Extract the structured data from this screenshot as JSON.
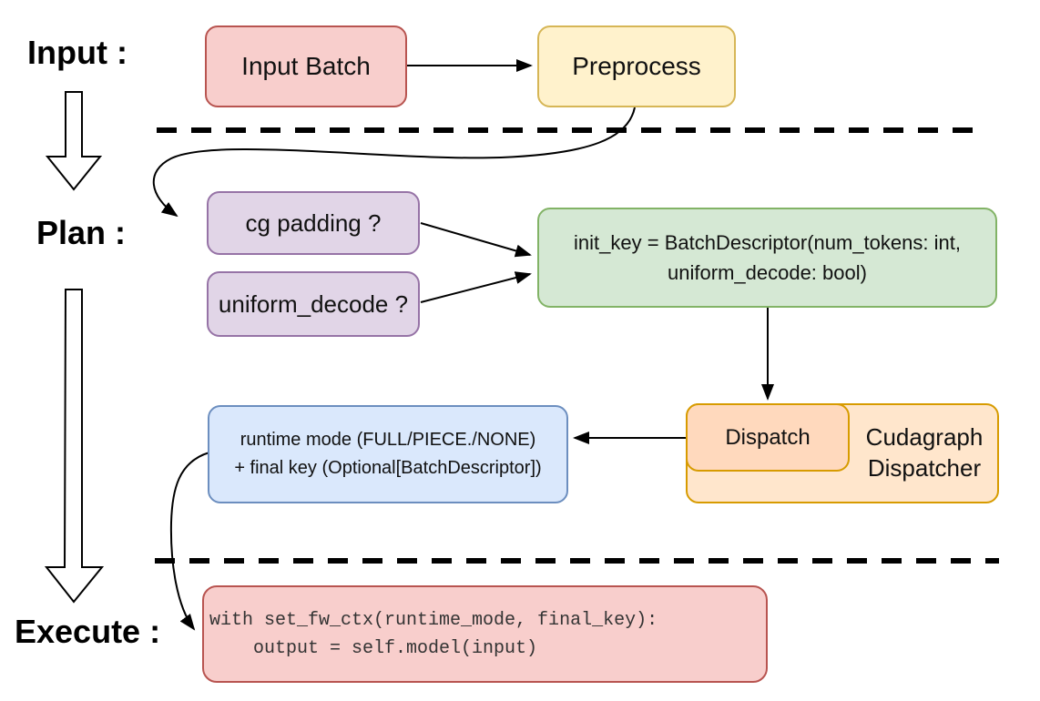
{
  "palette": {
    "bg": "#ffffff",
    "line": "#000000",
    "text": "#111111",
    "code_text": "#333333",
    "red_fill": "#f8cecc",
    "red_stroke": "#b85450",
    "yellow_fill": "#fff2cc",
    "yellow_stroke": "#d6b656",
    "purple_fill": "#e1d5e7",
    "purple_stroke": "#9673a6",
    "green_fill": "#d5e8d4",
    "green_stroke": "#82b366",
    "blue_fill": "#dae8fc",
    "blue_stroke": "#6c8ebf",
    "orange_fill": "#ffe6cc",
    "orange_stroke": "#d79b00",
    "peach_fill": "#ffd9bd"
  },
  "stages": {
    "input_label": "Input :",
    "plan_label": "Plan :",
    "execute_label": "Execute :"
  },
  "nodes": {
    "input_batch": "Input Batch",
    "preprocess": "Preprocess",
    "cg_padding": "cg padding ?",
    "uniform_decode": "uniform_decode ?",
    "init_key": {
      "line1": "init_key = BatchDescriptor(num_tokens: int,",
      "line2": "uniform_decode: bool)"
    },
    "dispatch": "Dispatch",
    "dispatcher": {
      "line1": "Cudagraph",
      "line2": "Dispatcher"
    },
    "runtime": {
      "line1": "runtime mode (FULL/PIECE./NONE)",
      "line2": "+ final key (Optional[BatchDescriptor])"
    },
    "code": {
      "line1": "with set_fw_ctx(runtime_mode, final_key):",
      "line2": "    output = self.model(input)"
    }
  }
}
